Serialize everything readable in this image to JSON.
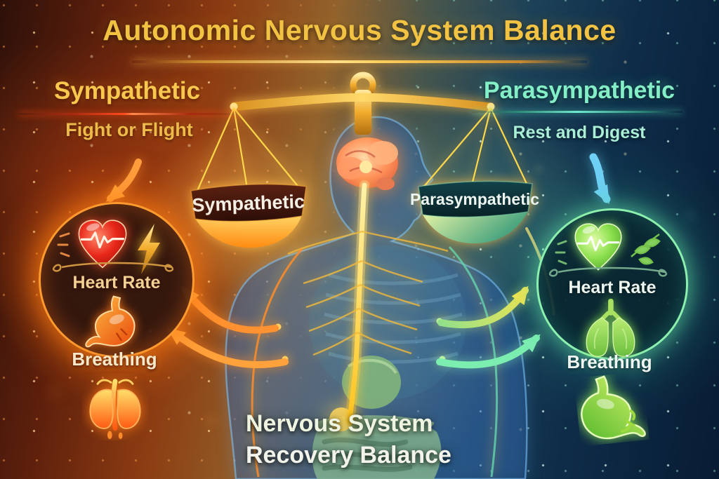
{
  "title": "Autonomic Nervous System Balance",
  "scale": {
    "left_pan_label": "Sympathetic",
    "right_pan_label": "Parasympathetic"
  },
  "sympathetic": {
    "heading": "Sympathetic",
    "tagline": "Fight or Flight",
    "panel": {
      "heart_label": "Heart Rate",
      "breathing_label": "Breathing",
      "icons": [
        "heart-ecg-icon",
        "lightning-icon",
        "stomach-icon",
        "adrenal-glands-icon"
      ]
    },
    "accent_color": "#ff8a1c"
  },
  "parasympathetic": {
    "heading": "Parasympathetic",
    "tagline": "Rest and Digest",
    "panel": {
      "heart_label": "Heart Rate",
      "breathing_label": "Breathing",
      "icons": [
        "heart-ecg-icon",
        "leaf-sprig-icon",
        "lungs-icon",
        "stomach-icon"
      ]
    },
    "accent_color": "#7deec0"
  },
  "footer": {
    "line1": "Nervous System",
    "line2": "Recovery Balance"
  },
  "colors": {
    "title_gold": "#f2c243",
    "sympathetic_gold": "#f8c74e",
    "sympathetic_underline_red": "#ff4a1e",
    "parasympathetic_mint": "#84eec6",
    "arrow_orange": "#ffa23c",
    "arrow_mint": "#7eeeb2",
    "arrow_yellow_green": "#f5e44f",
    "arrow_blue": "#6fd0f5"
  }
}
